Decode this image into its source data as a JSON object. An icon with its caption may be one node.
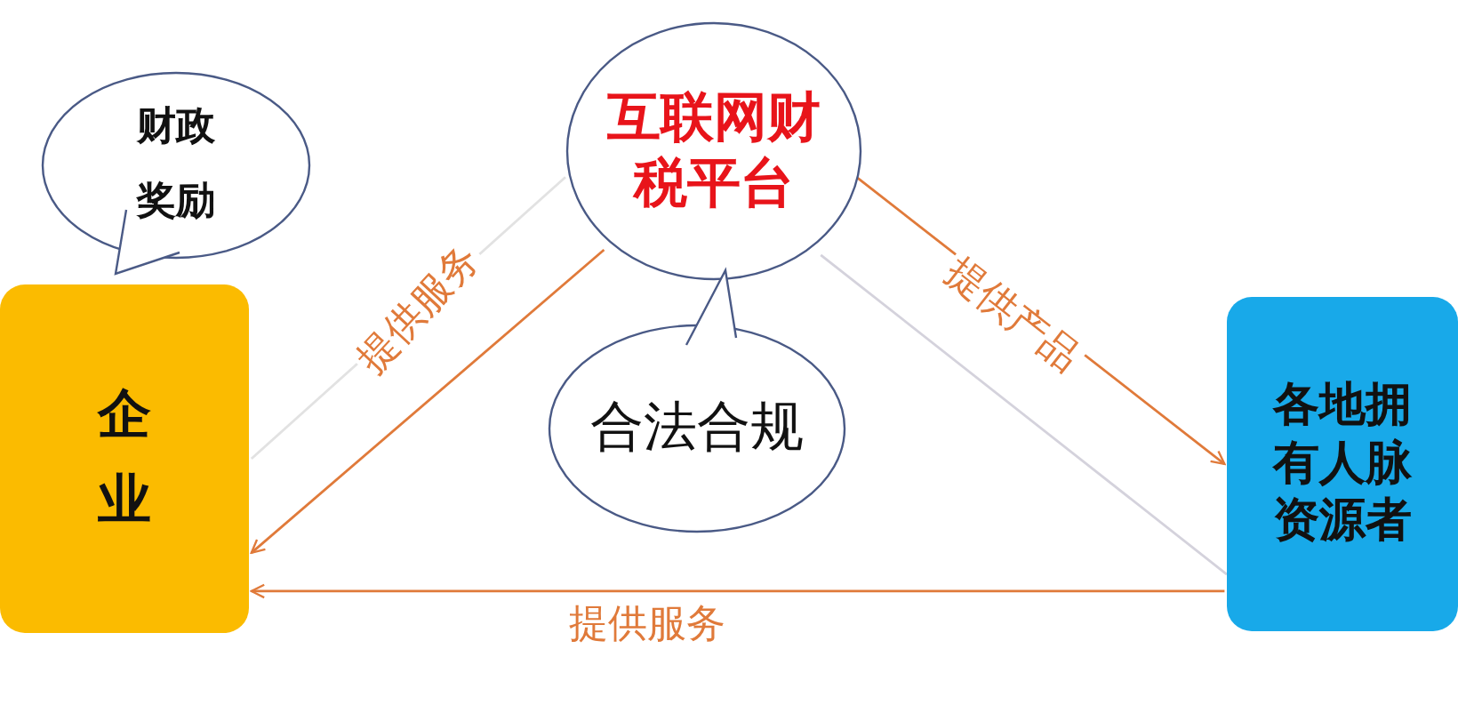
{
  "diagram": {
    "nodes": [
      {
        "text": [
          "财政奖励"
        ]
      },
      {
        "text": [
          "互联网财税平台"
        ]
      },
      {
        "text": [
          "企业"
        ]
      },
      {
        "text": [
          "合法合规"
        ]
      },
      {
        "text": [
          "各地拥有人脉资源者"
        ]
      }
    ],
    "edges": [
      {
        "from": 1,
        "to": 4,
        "arrow": "to",
        "label": "提供产品"
      },
      {
        "from": 1,
        "to": 2,
        "arrow": "to",
        "label": "提供服务"
      },
      {
        "from": 4,
        "to": 2,
        "arrow": "to",
        "label": "提供服务"
      },
      {
        "from": 2,
        "to": 1,
        "arrow": "none",
        "color": "#e2e2e2"
      },
      {
        "from": 4,
        "to": 1,
        "arrow": "none",
        "color": "#d4d2dc"
      }
    ]
  }
}
